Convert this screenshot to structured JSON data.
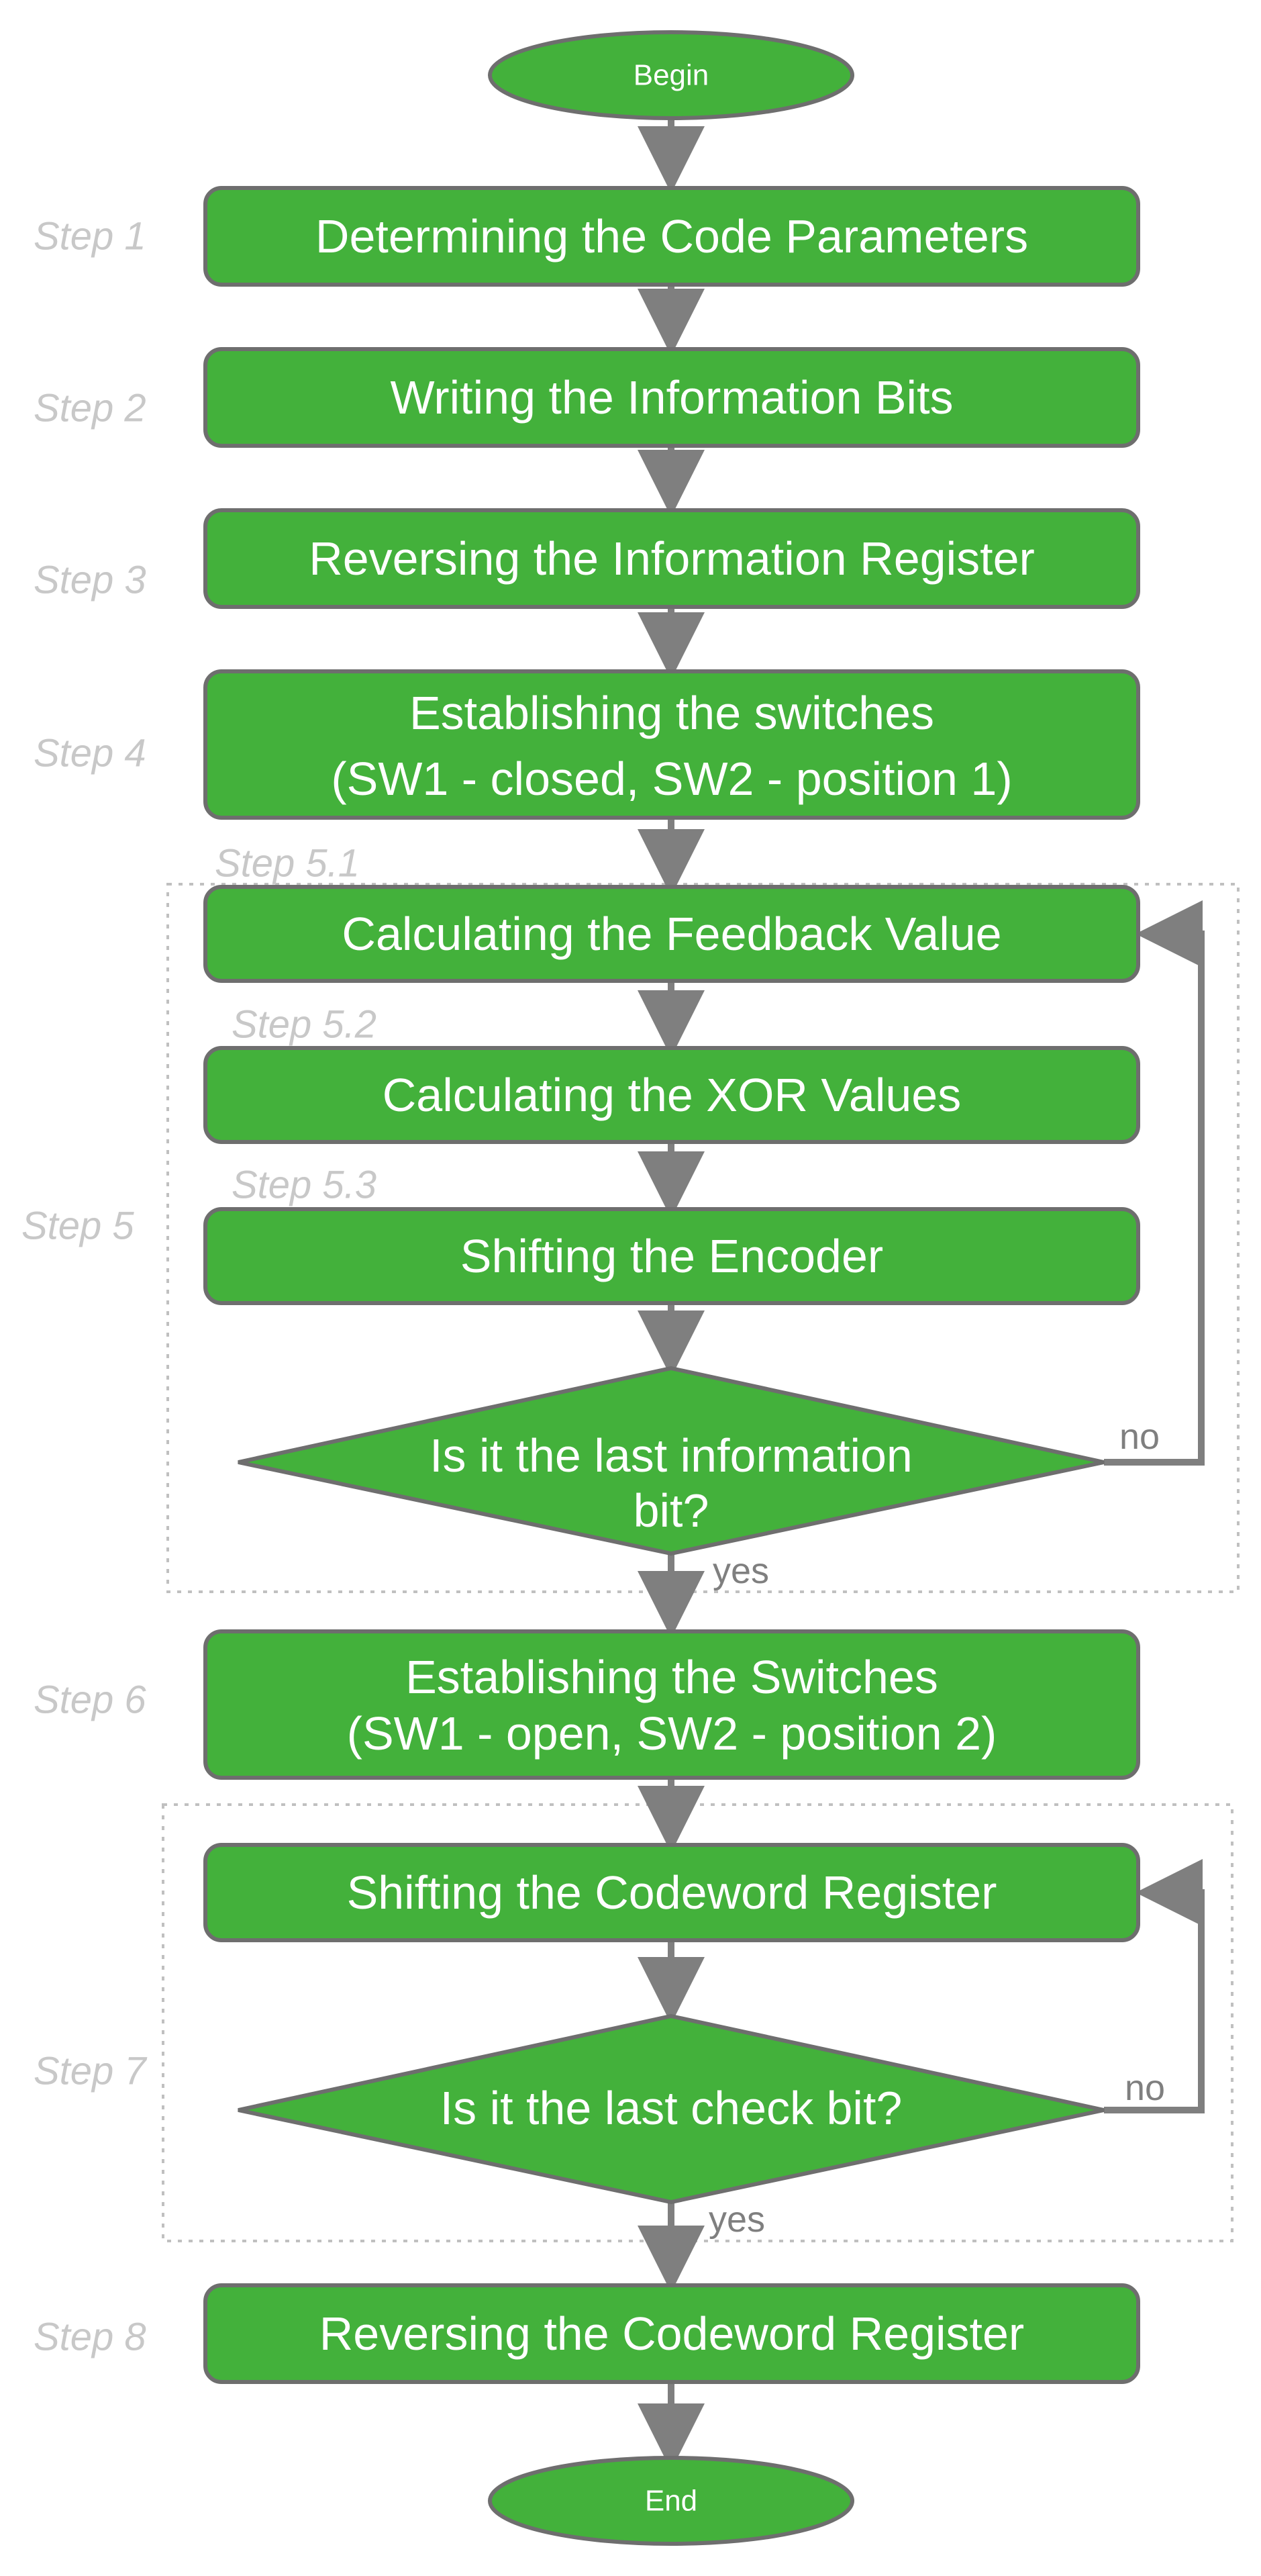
{
  "colors": {
    "fill": "#43b13b",
    "stroke": "#6e6e6e",
    "arrow": "#7f7f7f",
    "step_label": "#c8c8c8",
    "dotted_border": "#c0c0c0"
  },
  "terminals": {
    "begin": "Begin",
    "end": "End"
  },
  "steps": {
    "s1": "Step 1",
    "s2": "Step 2",
    "s3": "Step 3",
    "s4": "Step 4",
    "s5_1": "Step 5.1",
    "s5_2": "Step 5.2",
    "s5_3": "Step 5.3",
    "s5": "Step 5",
    "s6": "Step 6",
    "s7": "Step 7",
    "s8": "Step 8"
  },
  "nodes": {
    "code_params": "Determining the Code Parameters",
    "write_bits": "Writing the Information Bits",
    "reverse_info": "Reversing the Information Register",
    "establish_switches_1_line1": "Establishing the switches",
    "establish_switches_1_line2": "(SW1 - closed, SW2 - position 1)",
    "feedback": "Calculating the Feedback Value",
    "xor": "Calculating the XOR Values",
    "shift_encoder": "Shifting the Encoder",
    "last_info_line1": "Is it the last information",
    "last_info_line2": "bit?",
    "establish_switches_2_line1": "Establishing the Switches",
    "establish_switches_2_line2": "(SW1 - open, SW2 - position 2)",
    "shift_codeword": "Shifting the Codeword Register",
    "last_check": "Is it the last check bit?",
    "reverse_codeword": "Reversing the Codeword Register"
  },
  "edges": {
    "no_1": "no",
    "yes_1": "yes",
    "no_2": "no",
    "yes_2": "yes"
  }
}
